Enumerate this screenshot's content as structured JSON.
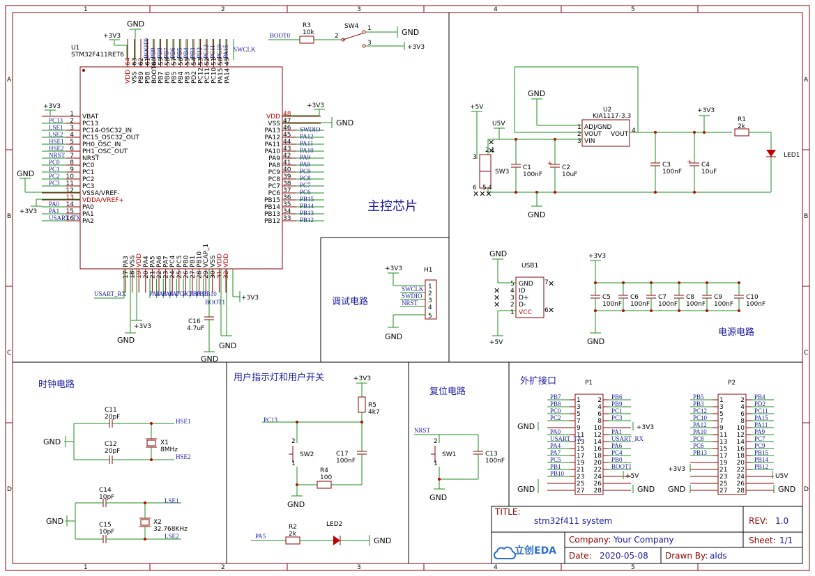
{
  "title_block": {
    "title_label": "TITLE:",
    "title": "stm32f411 system",
    "rev_label": "REV:",
    "rev": "1.0",
    "company_label": "Company:",
    "company": "Your Company",
    "sheet_label": "Sheet:",
    "sheet": "1/1",
    "date_label": "Date:",
    "date": "2020-05-08",
    "drawn_label": "Drawn By:",
    "drawn": "alds",
    "logo": "立创EDA"
  },
  "border": {
    "cols": [
      "1",
      "2",
      "3",
      "4",
      "5"
    ],
    "rows": [
      "A",
      "B",
      "C",
      "D"
    ]
  },
  "sections": {
    "mcu": "主控芯片",
    "debug": "调试电路",
    "power": "电源电路",
    "clock": "时钟电路",
    "user": "用户指示灯和用户开关",
    "reset": "复位电路",
    "ext": "外扩接口"
  },
  "u1": {
    "ref": "U1",
    "part": "STM32F411RET6",
    "left": [
      {
        "n": "1",
        "name": "VBAT",
        "net": "+3V3"
      },
      {
        "n": "2",
        "name": "PC13",
        "net": "PC13"
      },
      {
        "n": "3",
        "name": "PC14-OSC32_IN",
        "net": "LSE1"
      },
      {
        "n": "4",
        "name": "PC15_OSC32_OUT",
        "net": "LSE2"
      },
      {
        "n": "5",
        "name": "PH0_OSC_IN",
        "net": "HSE1"
      },
      {
        "n": "6",
        "name": "PH1_OSC_OUT",
        "net": "HSE2"
      },
      {
        "n": "7",
        "name": "NRST",
        "net": "NRST"
      },
      {
        "n": "8",
        "name": "PC0",
        "net": "PC0"
      },
      {
        "n": "9",
        "name": "PC1",
        "net": "PC1"
      },
      {
        "n": "10",
        "name": "PC2",
        "net": "PC2"
      },
      {
        "n": "11",
        "name": "PC3",
        "net": "PC3"
      },
      {
        "n": "12",
        "name": "VSSA/VREF-",
        "net": ""
      },
      {
        "n": "13",
        "name": "VDDA/VREF+",
        "net": ""
      },
      {
        "n": "14",
        "name": "PA0",
        "net": "PA0"
      },
      {
        "n": "15",
        "name": "PA1",
        "net": "PA1"
      },
      {
        "n": "16",
        "name": "PA2",
        "net": "USART_TX"
      }
    ],
    "right": [
      {
        "n": "48",
        "name": "VDD",
        "net": "+3V3"
      },
      {
        "n": "47",
        "name": "VSS",
        "net": ""
      },
      {
        "n": "46",
        "name": "PA13",
        "net": "SWDIO"
      },
      {
        "n": "45",
        "name": "PA12",
        "net": "PA12"
      },
      {
        "n": "44",
        "name": "PA11",
        "net": "PA11"
      },
      {
        "n": "43",
        "name": "PA10",
        "net": "PA10"
      },
      {
        "n": "42",
        "name": "PA9",
        "net": "PA9"
      },
      {
        "n": "41",
        "name": "PA8",
        "net": "PA8"
      },
      {
        "n": "40",
        "name": "PC9",
        "net": "PC9"
      },
      {
        "n": "39",
        "name": "PC8",
        "net": "PC8"
      },
      {
        "n": "38",
        "name": "PC7",
        "net": "PC7"
      },
      {
        "n": "37",
        "name": "PC6",
        "net": "PC6"
      },
      {
        "n": "36",
        "name": "PB15",
        "net": "PB15"
      },
      {
        "n": "35",
        "name": "PB14",
        "net": "PB14"
      },
      {
        "n": "34",
        "name": "PB13",
        "net": "PB13"
      },
      {
        "n": "33",
        "name": "PB12",
        "net": "PB12"
      }
    ],
    "top": [
      {
        "n": "64",
        "name": "VDD"
      },
      {
        "n": "63",
        "name": "VSS"
      },
      {
        "n": "62",
        "name": "PB9"
      },
      {
        "n": "61",
        "name": "PB8"
      },
      {
        "n": "60",
        "name": "BOOT0"
      },
      {
        "n": "59",
        "name": "PB7"
      },
      {
        "n": "58",
        "name": "PB6"
      },
      {
        "n": "57",
        "name": "PB5"
      },
      {
        "n": "56",
        "name": "PB4"
      },
      {
        "n": "55",
        "name": "PB3"
      },
      {
        "n": "54",
        "name": "PD2"
      },
      {
        "n": "53",
        "name": "PC12"
      },
      {
        "n": "52",
        "name": "PC11"
      },
      {
        "n": "51",
        "name": "PC10"
      },
      {
        "n": "50",
        "name": "PA15"
      },
      {
        "n": "49",
        "name": "PA14"
      }
    ],
    "bottom": [
      {
        "n": "17",
        "name": "PA3"
      },
      {
        "n": "18",
        "name": "VSS"
      },
      {
        "n": "19",
        "name": "VDD"
      },
      {
        "n": "20",
        "name": "PA4"
      },
      {
        "n": "21",
        "name": "PA5"
      },
      {
        "n": "22",
        "name": "PA6"
      },
      {
        "n": "23",
        "name": "PA7"
      },
      {
        "n": "24",
        "name": "PC4"
      },
      {
        "n": "25",
        "name": "PC5"
      },
      {
        "n": "26",
        "name": "PB0"
      },
      {
        "n": "27",
        "name": "PB1"
      },
      {
        "n": "28",
        "name": "PB10"
      },
      {
        "n": "29",
        "name": "VCAP_1"
      },
      {
        "n": "30",
        "name": "VSS"
      },
      {
        "n": "31",
        "name": "VDD"
      },
      {
        "n": "32",
        "name": "VDD"
      }
    ],
    "top_net_labels": [
      "BOOT0",
      "PB9",
      "PB8",
      "PB7",
      "PB6",
      "PB5",
      "PB4",
      "PB3",
      "PD2",
      "PC12",
      "PC11",
      "PC10",
      "PA15"
    ],
    "swclk": "SWCLK",
    "usart_rx": "USART_RX",
    "bottom_net_labels": [
      "PA4",
      "PA5",
      "PA6",
      "PA7",
      "PC4",
      "PC5",
      "PB0",
      "PB1",
      "PB10"
    ],
    "boot1": "BOOT1"
  },
  "power_nets": {
    "p3v3": "+3V3",
    "gnd": "GND",
    "p5v": "+5V",
    "u5v": "U5V"
  },
  "parts": {
    "r3": {
      "ref": "R3",
      "val": "10k"
    },
    "sw4": {
      "ref": "SW4"
    },
    "boot0": "BOOT0",
    "c16": {
      "ref": "C16",
      "val": "4.7uF"
    },
    "u2": {
      "ref": "U2",
      "part": "KIA1117-3.3",
      "p1": "ADJ/GND",
      "p2": "VOUT",
      "p3": "VIN",
      "p4": "VOUT"
    },
    "sw3": {
      "ref": "SW3"
    },
    "c1": {
      "ref": "C1",
      "val": "100nF"
    },
    "c2": {
      "ref": "C2",
      "val": "10uF"
    },
    "c3": {
      "ref": "C3",
      "val": "100nF"
    },
    "c4": {
      "ref": "C4",
      "val": "10uF"
    },
    "r1": {
      "ref": "R1",
      "val": "2k"
    },
    "led1": {
      "ref": "LED1"
    },
    "h1": {
      "ref": "H1",
      "nets": [
        "SWCLK",
        "SWDIO",
        "NRST"
      ]
    },
    "usb1": {
      "ref": "USB1",
      "pins": [
        "GND",
        "ID",
        "D+",
        "D-",
        "VCC"
      ]
    },
    "c5": {
      "ref": "C5",
      "val": "100nF"
    },
    "c6": {
      "ref": "C6",
      "val": "100nF"
    },
    "c7": {
      "ref": "C7",
      "val": "100nF"
    },
    "c8": {
      "ref": "C8",
      "val": "100nF"
    },
    "c9": {
      "ref": "C9",
      "val": "100nF"
    },
    "c10": {
      "ref": "C10",
      "val": "100nF"
    },
    "c11": {
      "ref": "C11",
      "val": "20pF"
    },
    "c12": {
      "ref": "C12",
      "val": "20pF"
    },
    "x1": {
      "ref": "X1",
      "val": "8MHz"
    },
    "c14": {
      "ref": "C14",
      "val": "10pF"
    },
    "c15": {
      "ref": "C15",
      "val": "10pF"
    },
    "x2": {
      "ref": "X2",
      "val": "32.768KHz"
    },
    "hse1": "HSE1",
    "hse2": "HSE2",
    "lse1": "LSE1",
    "lse2": "LSE2",
    "r5": {
      "ref": "R5",
      "val": "4k7"
    },
    "pc13": "PC13",
    "sw2": {
      "ref": "SW2"
    },
    "c17": {
      "ref": "C17",
      "val": "100nF"
    },
    "r4": {
      "ref": "R4",
      "val": "100"
    },
    "r2": {
      "ref": "R2",
      "val": "2k"
    },
    "led2": {
      "ref": "LED2"
    },
    "pa5": "PA5",
    "nrst": "NRST",
    "sw1": {
      "ref": "SW1"
    },
    "c13": {
      "ref": "C13",
      "val": "100nF"
    }
  },
  "p1": {
    "ref": "P1",
    "left": [
      "PB7",
      "PB8",
      "PC0",
      "PC2",
      "",
      "PA0",
      "USART_TX",
      "PA4",
      "PA7",
      "PC5",
      "PB1",
      "PB10",
      "",
      ""
    ],
    "right": [
      "PB6",
      "PB9",
      "PC1",
      "PC3",
      "",
      "PA1",
      "USART_RX",
      "PA6",
      "PC4",
      "PB0",
      "BOOT1",
      "",
      "",
      ""
    ],
    "left_pins": [
      "1",
      "3",
      "5",
      "7",
      "9",
      "11",
      "13",
      "15",
      "17",
      "19",
      "21",
      "23",
      "25",
      "27"
    ],
    "right_pins": [
      "2",
      "4",
      "6",
      "8",
      "10",
      "12",
      "14",
      "16",
      "18",
      "20",
      "22",
      "24",
      "26",
      "28"
    ]
  },
  "p2": {
    "ref": "P2",
    "left": [
      "PB5",
      "PB3",
      "PC12",
      "PC10",
      "PA12",
      "PA10",
      "PC8",
      "PC6",
      "PB13",
      "",
      "",
      "",
      ""
    ],
    "right": [
      "PB4",
      "PD2",
      "PC11",
      "PA15",
      "PA11",
      "PA9",
      "PC7",
      "PC9",
      "PB15",
      "PB14",
      "PB12",
      "",
      ""
    ],
    "left_pins": [
      "1",
      "3",
      "5",
      "7",
      "9",
      "11",
      "13",
      "15",
      "17",
      "19",
      "21",
      "23",
      "25",
      "27"
    ],
    "right_pins": [
      "2",
      "4",
      "6",
      "8",
      "10",
      "12",
      "14",
      "16",
      "18",
      "20",
      "22",
      "24",
      "26",
      "28"
    ]
  }
}
